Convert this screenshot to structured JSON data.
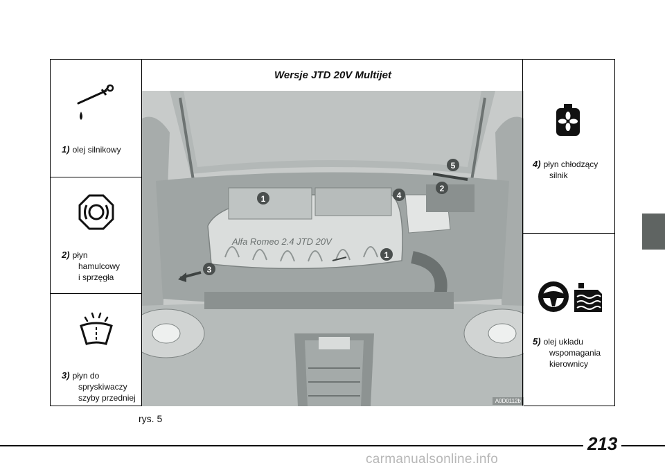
{
  "header": {
    "title": "Wersje JTD 20V Multijet"
  },
  "left_items": [
    {
      "number": "1)",
      "lines": [
        "olej silnikowy"
      ],
      "icon": "dipstick-icon"
    },
    {
      "number": "2)",
      "lines": [
        "płyn",
        "hamulcowy",
        "i sprzęgła"
      ],
      "icon": "brake-fluid-icon"
    },
    {
      "number": "3)",
      "lines": [
        "płyn do",
        "spryskiwaczy",
        "szyby przedniej"
      ],
      "icon": "windscreen-washer-icon"
    }
  ],
  "right_items": [
    {
      "number": "4)",
      "lines": [
        "płyn chłodzący",
        "silnik"
      ],
      "icon": "coolant-icon"
    },
    {
      "number": "5)",
      "lines": [
        "olej układu",
        "wspomagania",
        "kierownicy"
      ],
      "icon": "power-steering-icon"
    }
  ],
  "photo": {
    "code": "A0D0112b",
    "markers": [
      "1",
      "1",
      "2",
      "3",
      "4",
      "5"
    ],
    "engine_badge": "Alfa Romeo  2.4 JTD 20V"
  },
  "figure_label": "rys. 5",
  "page_number": "213",
  "watermark": "carmanualsonline.info",
  "colors": {
    "side_tab": "#5f6462",
    "photo_bg": "#c9cccc",
    "marker": "#4a4f4e"
  }
}
